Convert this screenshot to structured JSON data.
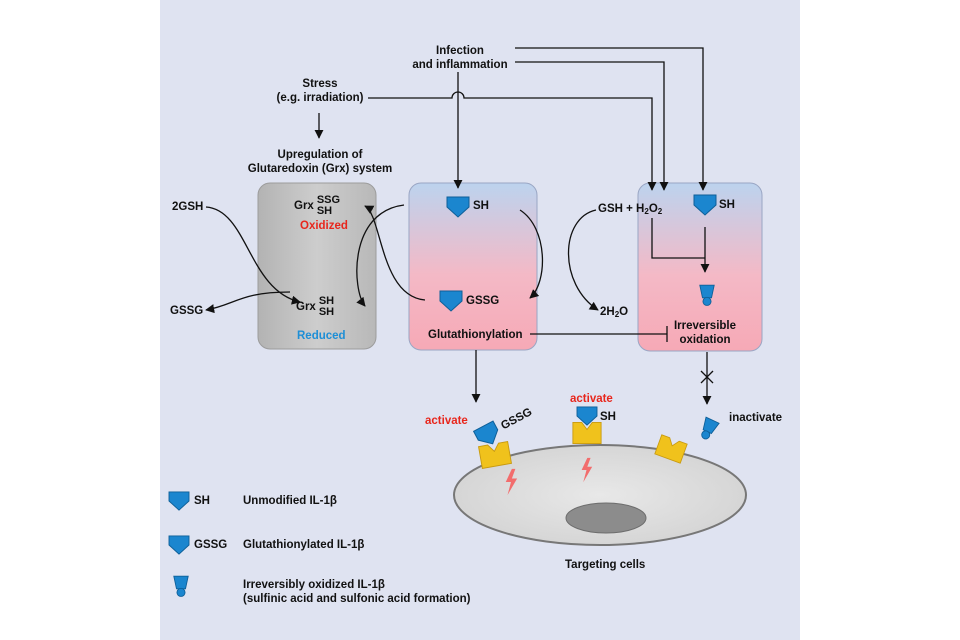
{
  "inputs": {
    "infection": [
      "Infection",
      "and inflammation"
    ],
    "stress": [
      "Stress",
      "(e.g. irradiation)"
    ],
    "upregulation": [
      "Upregulation of",
      "Glutaredoxin (Grx) system"
    ]
  },
  "grx": {
    "left_top": "2GSH",
    "left_bottom": "GSSG",
    "grx": "Grx",
    "ssg": "SSG",
    "sh": "SH",
    "oxidized": "Oxidized",
    "reduced": "Reduced"
  },
  "middle": {
    "sh": "SH",
    "gssg": "GSSG",
    "label": "Glutathionylation"
  },
  "right": {
    "gsh_plus": "GSH +",
    "h2o2": {
      "h": "H",
      "sub2a": "2",
      "o": "O",
      "sub2b": "2"
    },
    "h2o": {
      "prefix": "2H",
      "sub": "2",
      "suffix": "O"
    },
    "sh": "SH",
    "label": [
      "Irreversible",
      "oxidation"
    ]
  },
  "cells": {
    "activate_left": "activate",
    "activate_mid": "activate",
    "gssg": "GSSG",
    "sh": "SH",
    "inactivate": "inactivate",
    "targeting": "Targeting cells"
  },
  "legend": [
    {
      "tag": "SH",
      "text": "Unmodified IL-1β"
    },
    {
      "tag": "GSSG",
      "text": "Glutathionylated IL-1β"
    },
    {
      "tag": "",
      "text": "Irreversibly oxidized IL-1β",
      "text2": "(sulfinic acid and sulfonic acid formation)"
    }
  ],
  "colors": {
    "background": "#dfe3f1",
    "protein_blue": "#1b86cf",
    "receptor_yellow": "#f0c21c",
    "oxidized_red": "#e8261c",
    "reduced_blue": "#1e8fd6",
    "lightning": "#f26d6d"
  }
}
